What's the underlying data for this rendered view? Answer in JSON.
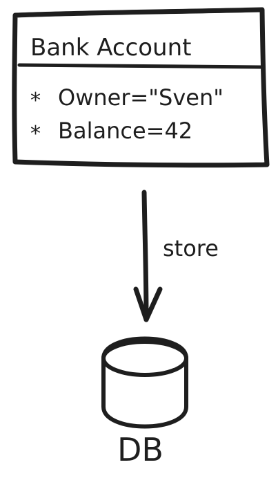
{
  "diagram": {
    "class_box": {
      "title": "Bank Account",
      "attributes": [
        {
          "bullet": "*",
          "text": "Owner=\"Sven\""
        },
        {
          "bullet": "*",
          "text": "Balance=42"
        }
      ]
    },
    "arrow": {
      "label": "store"
    },
    "database": {
      "label": "DB",
      "icon": "database-icon"
    },
    "colors": {
      "ink": "#1e1e1e",
      "background": "#ffffff"
    }
  }
}
